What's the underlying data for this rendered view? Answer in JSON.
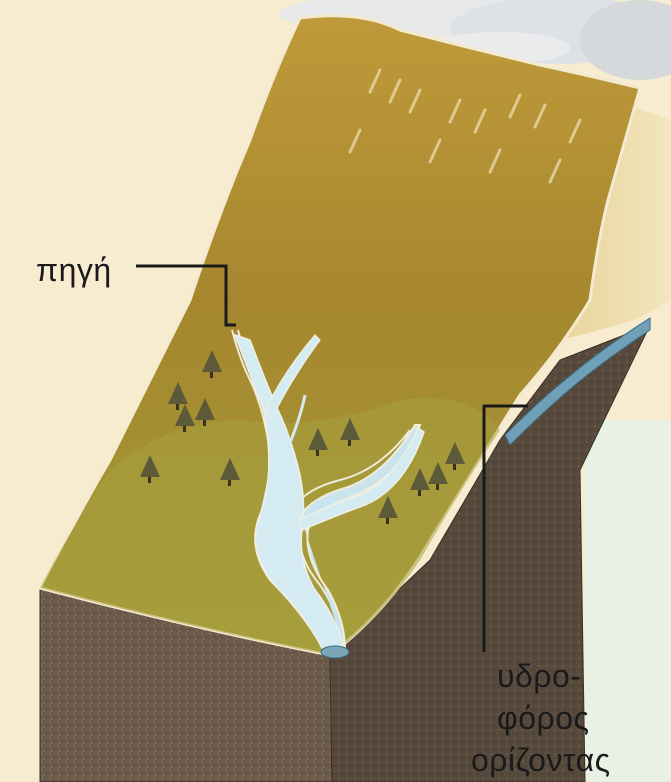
{
  "labels": {
    "source": "πηγή",
    "aquifer": [
      "υδρο-",
      "φόρος",
      "ορίζοντας"
    ]
  },
  "colors": {
    "background": "#f7ecd0",
    "terrain_top": "#b8962e",
    "terrain_low": "#9c8f36",
    "soil_front": "#6b5a4a",
    "soil_side": "#5a4c3f",
    "water": "#c9e4ec",
    "groundwater": "#6fa0b8",
    "tree": "#5d5a3a",
    "cloud": "#e6e8ea",
    "leader_line": "#1a1a1a"
  }
}
